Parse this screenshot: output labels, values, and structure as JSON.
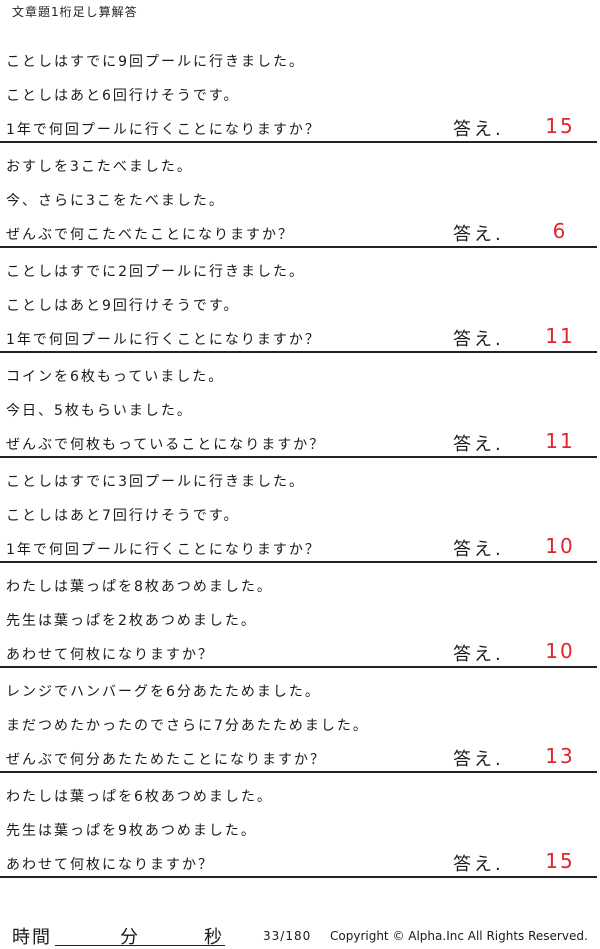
{
  "header": {
    "title": "文章題1桁足し算解答"
  },
  "problems": [
    {
      "line1": "ことしはすでに9回プールに行きました。",
      "line2": "ことしはあと6回行けそうです。",
      "question": "1年で何回プールに行くことになりますか？",
      "answer_label": "答え.",
      "answer": "15"
    },
    {
      "line1": "おすしを3こたべました。",
      "line2": "今、さらに3こをたべました。",
      "question": "ぜんぶで何こたべたことになりますか？",
      "answer_label": "答え.",
      "answer": "6"
    },
    {
      "line1": "ことしはすでに2回プールに行きました。",
      "line2": "ことしはあと9回行けそうです。",
      "question": "1年で何回プールに行くことになりますか？",
      "answer_label": "答え.",
      "answer": "11"
    },
    {
      "line1": "コインを6枚もっていました。",
      "line2": "今日、5枚もらいました。",
      "question": "ぜんぶで何枚もっていることになりますか？",
      "answer_label": "答え.",
      "answer": "11"
    },
    {
      "line1": "ことしはすでに3回プールに行きました。",
      "line2": "ことしはあと7回行けそうです。",
      "question": "1年で何回プールに行くことになりますか？",
      "answer_label": "答え.",
      "answer": "10"
    },
    {
      "line1": "わたしは葉っぱを8枚あつめました。",
      "line2": "先生は葉っぱを2枚あつめました。",
      "question": "あわせて何枚になりますか？",
      "answer_label": "答え.",
      "answer": "10"
    },
    {
      "line1": "レンジでハンバーグを6分あたためました。",
      "line2": "まだつめたかったのでさらに7分あたためました。",
      "question": "ぜんぶで何分あたためたことになりますか？",
      "answer_label": "答え.",
      "answer": "13"
    },
    {
      "line1": "わたしは葉っぱを6枚あつめました。",
      "line2": "先生は葉っぱを9枚あつめました。",
      "question": "あわせて何枚になりますか？",
      "answer_label": "答え.",
      "answer": "15"
    }
  ],
  "footer": {
    "time_label": "時間",
    "minutes_label": "分",
    "seconds_label": "秒",
    "page_number": "33/180",
    "copyright": "Copyright ©  Alpha.Inc All Rights Reserved."
  },
  "colors": {
    "answer": "#e0262e",
    "text": "#1a1a1a"
  }
}
